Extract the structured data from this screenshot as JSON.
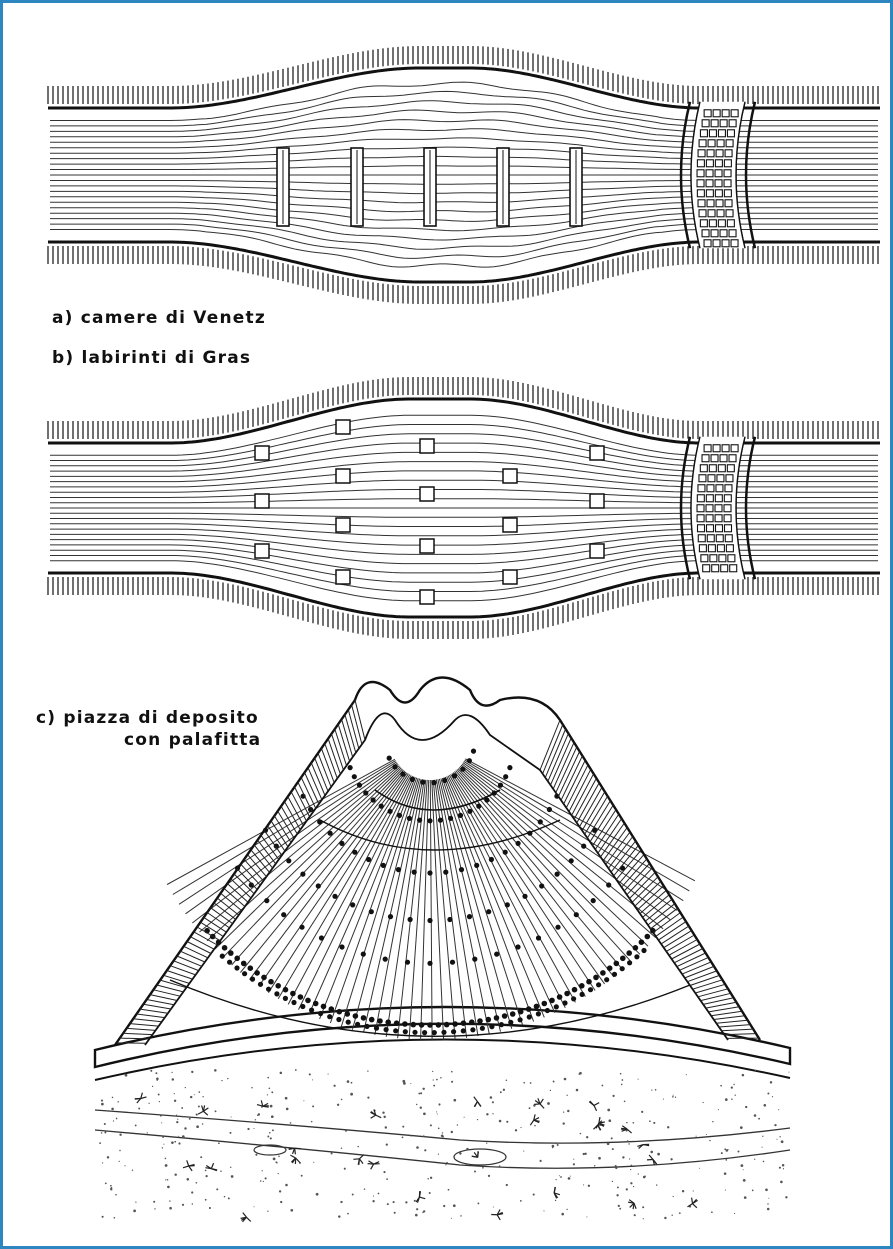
{
  "labels": {
    "a": "a)  camere  di  Venetz",
    "b": "b)  labirinti  di  Gras",
    "c1": "c)  piazza  di  deposito",
    "c2": "con  palafitta"
  },
  "colors": {
    "frame": "#2e86c1",
    "ink": "#111111",
    "background": "#ffffff"
  }
}
